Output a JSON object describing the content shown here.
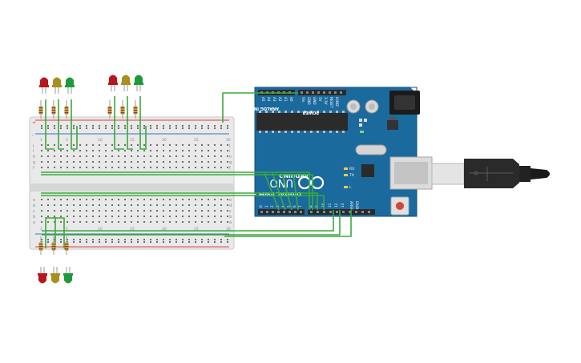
{
  "colors": {
    "board": "#1a6a9e",
    "board_dark": "#14557f",
    "wire": "#3aaa3a",
    "led_red": "#b8161b",
    "led_yellow": "#a88f1e",
    "led_green": "#1f9a3a",
    "resistor": "#d8a75a",
    "breadboard": "#ececec",
    "rail_red": "#d9443a",
    "rail_blue": "#3d6fc7"
  },
  "arduino": {
    "logo": "ARDUINO",
    "model": "UNO",
    "analog_label": "ANALOG IN",
    "power_label": "POWER",
    "digital_label": "DIGITAL PWM ~",
    "analog_pins": [
      "A0",
      "A1",
      "A2",
      "A3",
      "A4",
      "A5"
    ],
    "power_pins": [
      "Vin",
      "GND",
      "GND",
      "5V",
      "3.3V",
      "RESET",
      "IOREF"
    ],
    "digital_pins": [
      "0",
      "1",
      "2",
      "3",
      "4",
      "5",
      "6",
      "7",
      "8",
      "9",
      "10",
      "11",
      "12",
      "13"
    ],
    "aref": "AREF",
    "gnd": "GND",
    "rx": "RX",
    "tx": "TX",
    "l": "L",
    "on": "ON"
  },
  "breadboard": {
    "rows_top": [
      "j",
      "i",
      "h",
      "g",
      "f"
    ],
    "rows_bottom": [
      "e",
      "d",
      "c",
      "b",
      "a"
    ],
    "plus": "+",
    "minus": "-",
    "col_numbers": [
      "1",
      "5",
      "10",
      "15",
      "20",
      "25",
      "30"
    ]
  },
  "icon": "usb-cable-icon"
}
